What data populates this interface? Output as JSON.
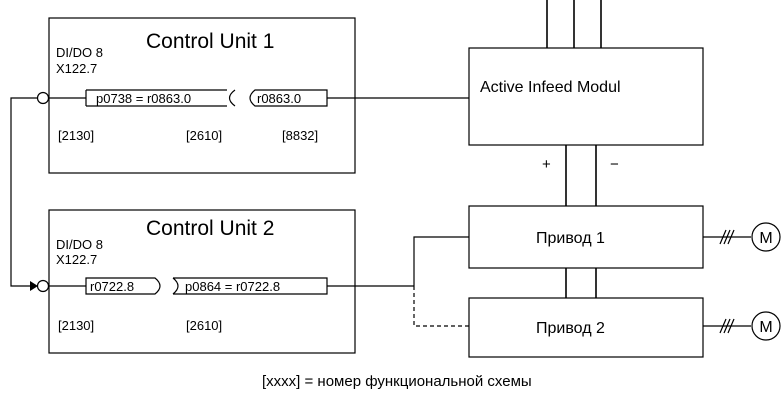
{
  "cu1": {
    "title": "Control Unit 1",
    "dido": "DI/DO 8",
    "terminal": "X122.7",
    "param_left": "p0738 = r0863.0",
    "param_right": "r0863.0",
    "ref1": "[2130]",
    "ref2": "[2610]",
    "ref3": "[8832]"
  },
  "cu2": {
    "title": "Control Unit 2",
    "dido": "DI/DO 8",
    "terminal": "X122.7",
    "param_left": "r0722.8",
    "param_right": "p0864 = r0722.8",
    "ref1": "[2130]",
    "ref2": "[2610]"
  },
  "infeed": {
    "label": "Active Infeed Modul"
  },
  "dc_plus": "+",
  "dc_minus": "−",
  "drive1": {
    "label": "Привод 1"
  },
  "drive2": {
    "label": "Привод 2"
  },
  "motor_symbol": "M",
  "footnote": "[xxxx] = номер функциональной схемы"
}
